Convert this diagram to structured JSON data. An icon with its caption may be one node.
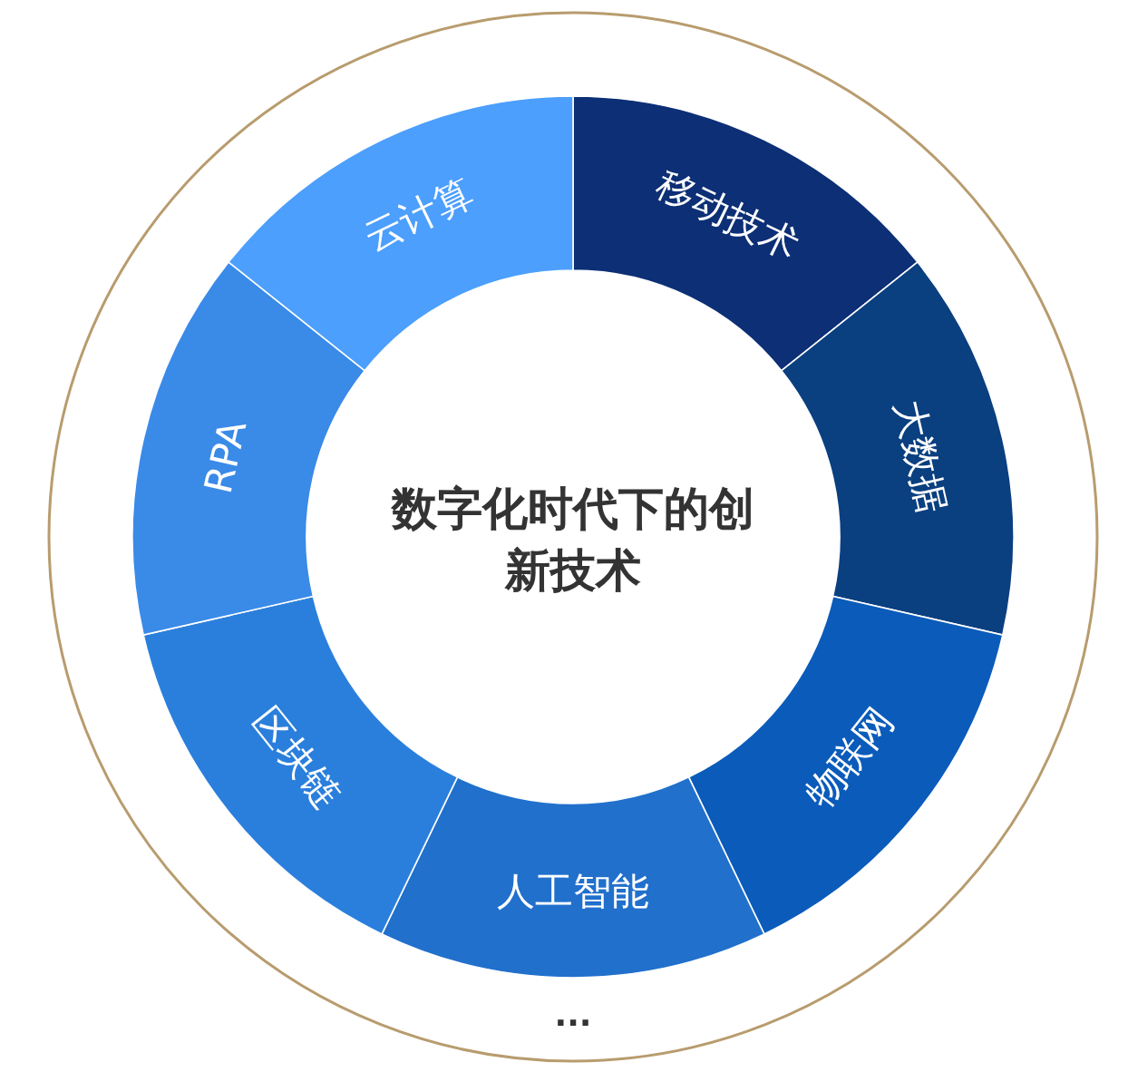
{
  "diagram": {
    "nodes": [
      {
        "text": [
          "数字化时代下的创新技术"
        ]
      },
      {
        "text": [
          "移动技术"
        ]
      },
      {
        "text": [
          "大数据"
        ]
      },
      {
        "text": [
          "物联网"
        ]
      },
      {
        "text": [
          "人工智能"
        ]
      },
      {
        "text": [
          "区块链"
        ]
      },
      {
        "text": [
          "RPA"
        ]
      },
      {
        "text": [
          "云计算"
        ]
      }
    ],
    "labels": [
      "..."
    ]
  }
}
